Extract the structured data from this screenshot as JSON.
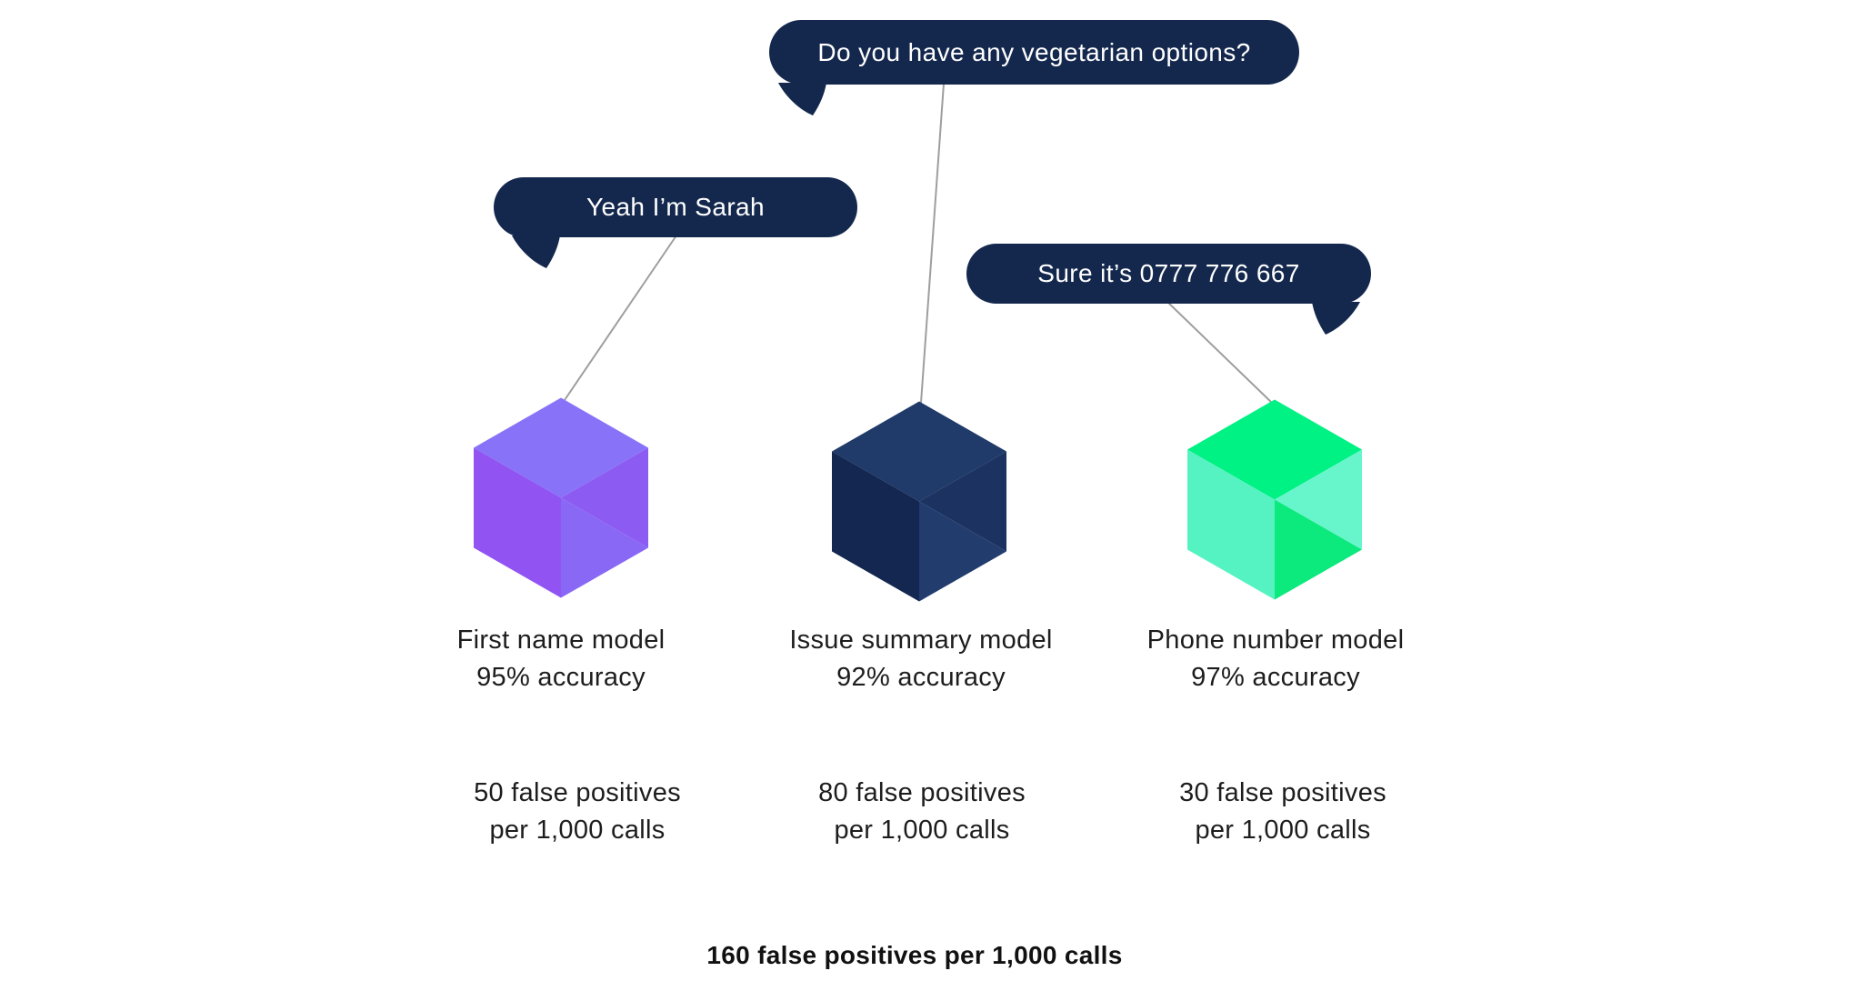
{
  "bubbles": [
    {
      "id": "vegetarian-question",
      "text": "Do you have any vegetarian options?"
    },
    {
      "id": "name-reply",
      "text": "Yeah I’m Sarah"
    },
    {
      "id": "phone-reply",
      "text": "Sure it’s 0777 776 667"
    }
  ],
  "models": [
    {
      "name": "First name model",
      "accuracy": "95% accuracy",
      "false_positives": "50 false positives",
      "rate_unit": "per 1,000 calls",
      "cube": {
        "top": "#8873F8",
        "left": "#9154F2",
        "right": "#8C5BF2",
        "notch": "#8868F5"
      }
    },
    {
      "name": "Issue summary model",
      "accuracy": "92% accuracy",
      "false_positives": "80 false positives",
      "rate_unit": "per 1,000 calls",
      "cube": {
        "top": "#203A69",
        "left": "#142750",
        "right": "#1C3260",
        "notch": "#223C6E"
      }
    },
    {
      "name": "Phone number model",
      "accuracy": "97% accuracy",
      "false_positives": "30 false positives",
      "rate_unit": "per 1,000 calls",
      "cube": {
        "top": "#00F184",
        "left": "#55F3C1",
        "right": "#67F6CC",
        "notch": "#0CE97D"
      }
    }
  ],
  "total": "160 false positives per 1,000 calls",
  "colors": {
    "background": "#FFFFFF",
    "bubble_bg": "#14284E",
    "bubble_text": "#FFFFFF",
    "connector": "#9E9E9E",
    "label_text": "#1D1D1D",
    "total_text": "#111111"
  }
}
